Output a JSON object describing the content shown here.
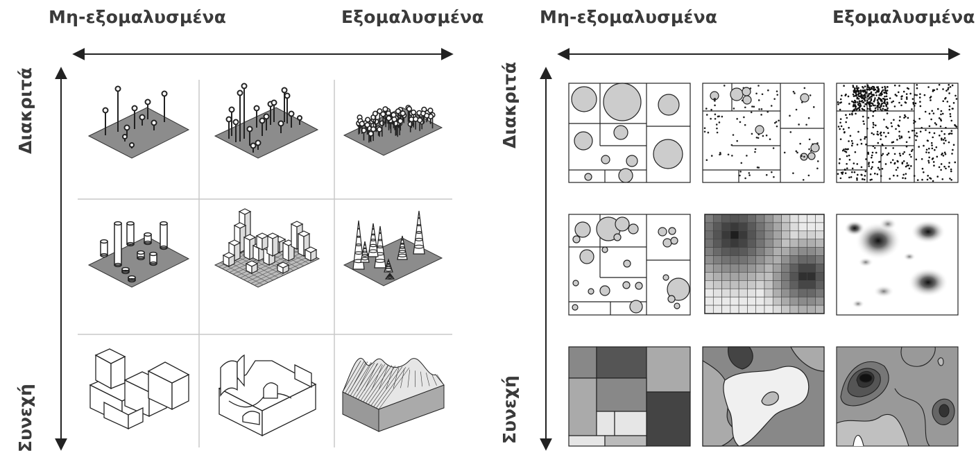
{
  "left_panel": {
    "x_label_left": "Μη-εξομαλυσμένα",
    "x_label_right": "Εξομαλυσμένα",
    "y_label_top": "Διακριτά",
    "y_label_bottom": "Συνεχή",
    "cells": [
      {
        "row": 1,
        "col": 1,
        "kind": "point-symbols"
      },
      {
        "row": 1,
        "col": 2,
        "kind": "dense-point-symbols"
      },
      {
        "row": 1,
        "col": 3,
        "kind": "point-cloud"
      },
      {
        "row": 2,
        "col": 1,
        "kind": "cylinders"
      },
      {
        "row": 2,
        "col": 2,
        "kind": "prism-blocks"
      },
      {
        "row": 2,
        "col": 3,
        "kind": "cone-peaks"
      },
      {
        "row": 3,
        "col": 1,
        "kind": "stepped-blocks"
      },
      {
        "row": 3,
        "col": 2,
        "kind": "stepped-surface"
      },
      {
        "row": 3,
        "col": 3,
        "kind": "mesh-surface"
      }
    ]
  },
  "right_panel": {
    "x_label_left": "Μη-εξομαλυσμένα",
    "x_label_right": "Εξομαλυσμένα",
    "y_label_top": "Διακριτά",
    "y_label_bottom": "Συνεχή",
    "cells": [
      {
        "row": 1,
        "col": 1,
        "kind": "proportional-circles"
      },
      {
        "row": 1,
        "col": 2,
        "kind": "dots-and-circles"
      },
      {
        "row": 1,
        "col": 3,
        "kind": "dot-density"
      },
      {
        "row": 2,
        "col": 1,
        "kind": "circles-in-zones"
      },
      {
        "row": 2,
        "col": 2,
        "kind": "grid-choropleth"
      },
      {
        "row": 2,
        "col": 3,
        "kind": "density-blobs"
      },
      {
        "row": 3,
        "col": 1,
        "kind": "zone-choropleth"
      },
      {
        "row": 3,
        "col": 2,
        "kind": "smooth-zones"
      },
      {
        "row": 3,
        "col": 3,
        "kind": "isolines"
      }
    ]
  },
  "colors": {
    "ink": "#222222",
    "surface": "#8c8c8c",
    "grid": "#c8c8c8",
    "light": "#d4d4d4"
  }
}
